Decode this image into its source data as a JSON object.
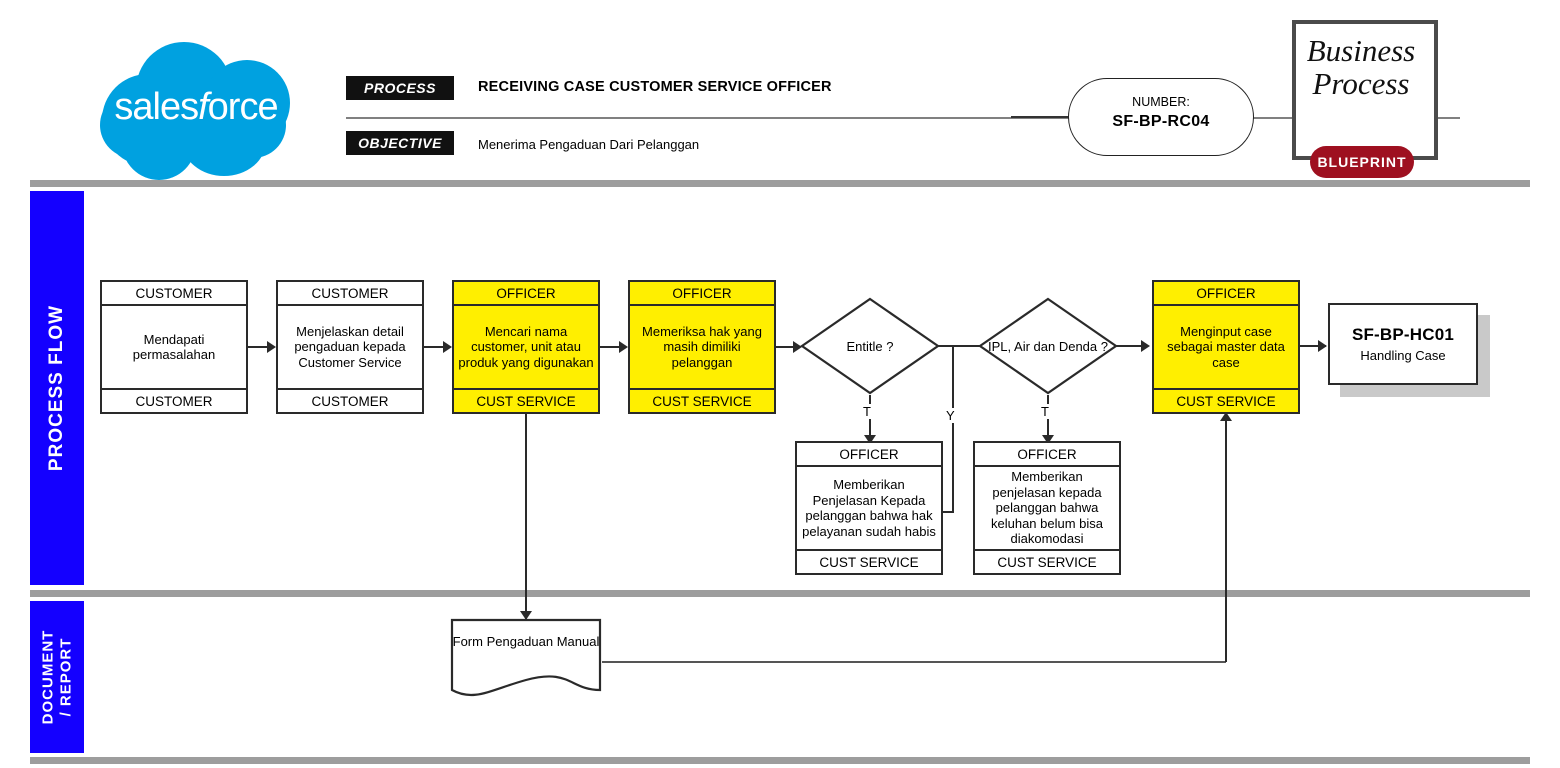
{
  "header": {
    "brand": {
      "name_part1": "sales",
      "name_part2": "f",
      "name_part3": "orce",
      "color": "#00a1e0"
    },
    "process_tag": "PROCESS",
    "process_title": "RECEIVING CASE CUSTOMER SERVICE OFFICER",
    "objective_tag": "OBJECTIVE",
    "objective_title": "Menerima Pengaduan Dari Pelanggan",
    "number_label": "NUMBER:",
    "number_value": "SF-BP-RC04",
    "blueprint": {
      "line1": "Business",
      "line2": "Process",
      "ribbon": "BLUEPRINT",
      "ribbon_color": "#9e1020"
    }
  },
  "lanes": [
    {
      "id": "process-flow",
      "label": "PROCESS FLOW",
      "color": "#1400ff"
    },
    {
      "id": "document-report",
      "label": "DOCUMENT / REPORT",
      "color": "#1400ff"
    }
  ],
  "flow": {
    "steps": [
      {
        "id": "s1",
        "header": "CUSTOMER",
        "body": "Mendapati permasalahan",
        "footer": "CUSTOMER",
        "highlight": false
      },
      {
        "id": "s2",
        "header": "CUSTOMER",
        "body": "Menjelaskan detail pengaduan kepada Customer Service",
        "footer": "CUSTOMER",
        "highlight": false
      },
      {
        "id": "s3",
        "header": "OFFICER",
        "body": "Mencari nama customer, unit atau produk yang digunakan",
        "footer": "CUST SERVICE",
        "highlight": true
      },
      {
        "id": "s4",
        "header": "OFFICER",
        "body": "Memeriksa hak yang masih dimiliki pelanggan",
        "footer": "CUST SERVICE",
        "highlight": true
      },
      {
        "id": "s7",
        "header": "OFFICER",
        "body": "Menginput case sebagai master data case",
        "footer": "CUST SERVICE",
        "highlight": true
      }
    ],
    "decisions": [
      {
        "id": "d1",
        "label": "Entitle ?"
      },
      {
        "id": "d2",
        "label": "IPL, Air dan Denda ?"
      }
    ],
    "branches": [
      {
        "id": "b1",
        "header": "OFFICER",
        "body": "Memberikan Penjelasan Kepada pelanggan bahwa hak pelayanan sudah habis",
        "footer": "CUST SERVICE",
        "highlight": false
      },
      {
        "id": "b2",
        "header": "OFFICER",
        "body": "Memberikan penjelasan kepada pelanggan bahwa keluhan belum bisa diakomodasi",
        "footer": "CUST SERVICE",
        "highlight": false
      }
    ],
    "edge_labels": {
      "d1_no": "T",
      "d1_yes": "Y",
      "d2_no": "T"
    },
    "terminal": {
      "code": "SF-BP-HC01",
      "sub": "Handling Case"
    },
    "document": {
      "label": "Form Pengaduan Manual"
    },
    "highlight_color": "#ffef00"
  }
}
